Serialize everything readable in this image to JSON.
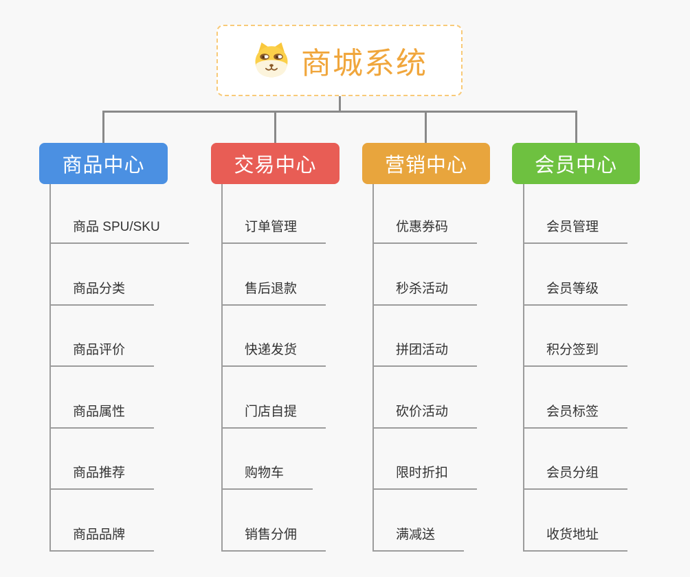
{
  "root": {
    "title": "商城系统",
    "icon": "shiba-dog-icon",
    "accent_color": "#F0A63C",
    "border_color": "#F8CA78"
  },
  "branches": [
    {
      "title": "商品中心",
      "color": "#4B90E2",
      "items": [
        "商品 SPU/SKU",
        "商品分类",
        "商品评价",
        "商品属性",
        "商品推荐",
        "商品品牌"
      ]
    },
    {
      "title": "交易中心",
      "color": "#E85D55",
      "items": [
        "订单管理",
        "售后退款",
        "快递发货",
        "门店自提",
        "购物车",
        "销售分佣"
      ]
    },
    {
      "title": "营销中心",
      "color": "#E8A53D",
      "items": [
        "优惠券码",
        "秒杀活动",
        "拼团活动",
        "砍价活动",
        "限时折扣",
        "满减送"
      ]
    },
    {
      "title": "会员中心",
      "color": "#6EC140",
      "items": [
        "会员管理",
        "会员等级",
        "积分签到",
        "会员标签",
        "会员分组",
        "收货地址"
      ]
    }
  ],
  "connector_color": "#898989",
  "underline_color": "#9C9C9C",
  "background_color": "#F8F8F8"
}
